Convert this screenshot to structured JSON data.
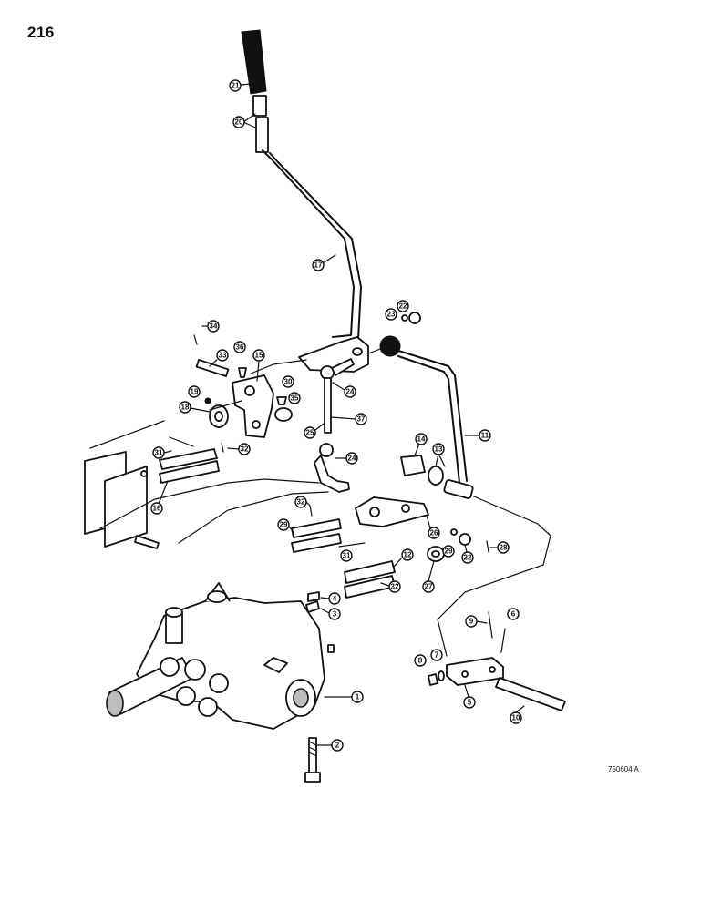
{
  "page": {
    "number": "216",
    "drawing_code": "750604 A"
  },
  "callouts": [
    {
      "id": "c21",
      "label": "21"
    },
    {
      "id": "c20",
      "label": "20"
    },
    {
      "id": "c17",
      "label": "17"
    },
    {
      "id": "c22a",
      "label": "22"
    },
    {
      "id": "c23",
      "label": "23"
    },
    {
      "id": "c34",
      "label": "34"
    },
    {
      "id": "c33",
      "label": "33"
    },
    {
      "id": "c36",
      "label": "36"
    },
    {
      "id": "c15",
      "label": "15"
    },
    {
      "id": "c24a",
      "label": "24"
    },
    {
      "id": "c30",
      "label": "30"
    },
    {
      "id": "c35",
      "label": "35"
    },
    {
      "id": "c19",
      "label": "19"
    },
    {
      "id": "c18",
      "label": "18"
    },
    {
      "id": "c37",
      "label": "37"
    },
    {
      "id": "c25",
      "label": "25"
    },
    {
      "id": "c11",
      "label": "11"
    },
    {
      "id": "c14",
      "label": "14"
    },
    {
      "id": "c13",
      "label": "13"
    },
    {
      "id": "c31a",
      "label": "31"
    },
    {
      "id": "c32a",
      "label": "32"
    },
    {
      "id": "c24b",
      "label": "24"
    },
    {
      "id": "c16",
      "label": "16"
    },
    {
      "id": "c32b",
      "label": "32"
    },
    {
      "id": "c26",
      "label": "26"
    },
    {
      "id": "c29",
      "label": "29"
    },
    {
      "id": "c22b",
      "label": "22"
    },
    {
      "id": "c28",
      "label": "28"
    },
    {
      "id": "c31b",
      "label": "31"
    },
    {
      "id": "c12",
      "label": "12"
    },
    {
      "id": "c32c",
      "label": "32"
    },
    {
      "id": "c27",
      "label": "27"
    },
    {
      "id": "c4",
      "label": "4"
    },
    {
      "id": "c3",
      "label": "3"
    },
    {
      "id": "c9",
      "label": "9"
    },
    {
      "id": "c6",
      "label": "6"
    },
    {
      "id": "c8",
      "label": "8"
    },
    {
      "id": "c7",
      "label": "7"
    },
    {
      "id": "c1",
      "label": "1"
    },
    {
      "id": "c5",
      "label": "5"
    },
    {
      "id": "c10",
      "label": "10"
    },
    {
      "id": "c2",
      "label": "2"
    }
  ]
}
